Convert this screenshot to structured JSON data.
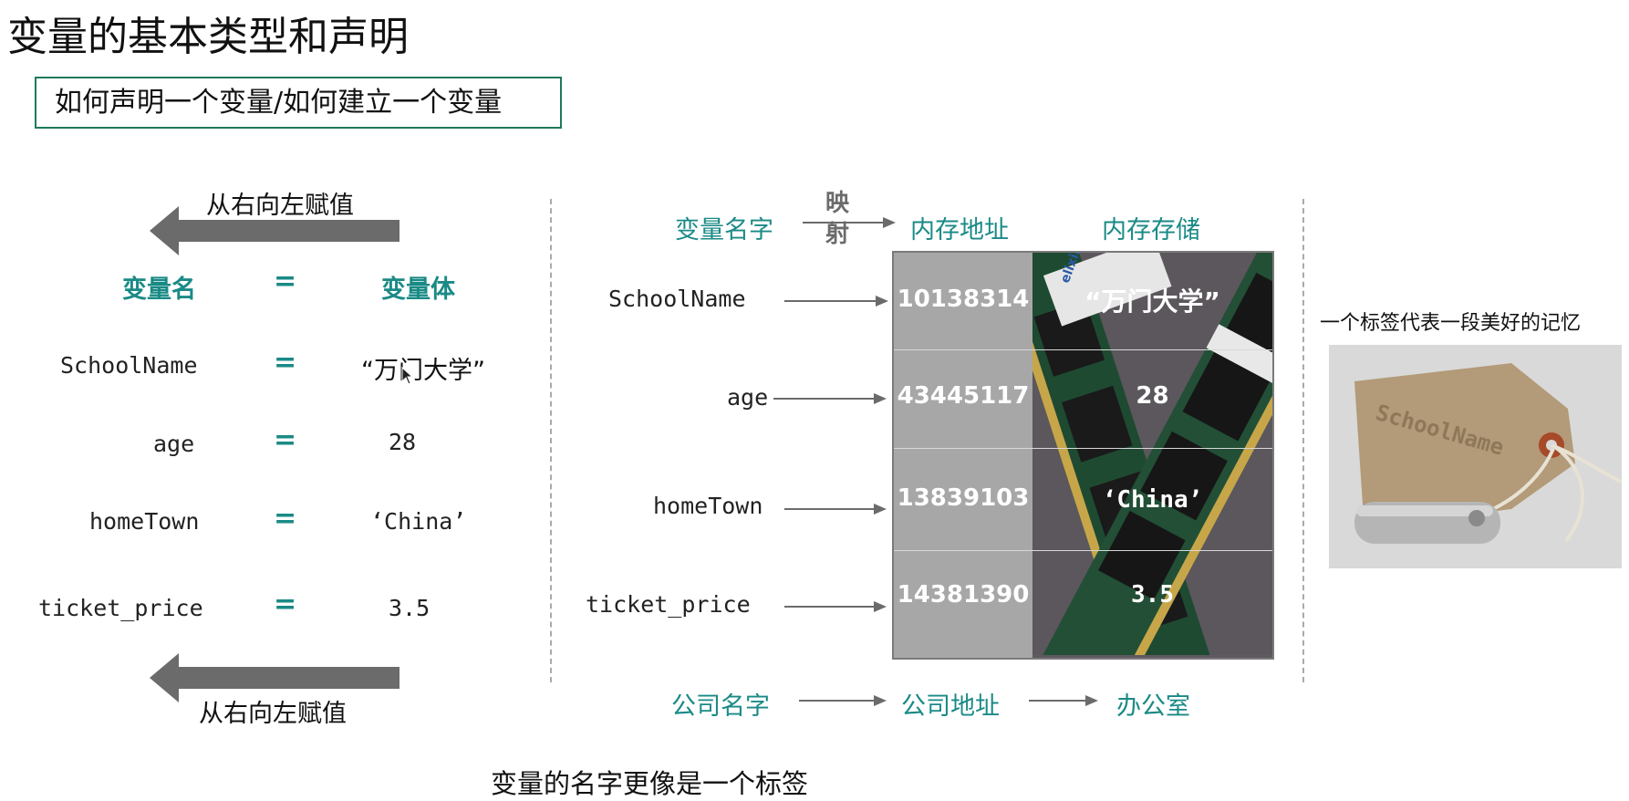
{
  "slide": {
    "title": "变量的基本类型和声明",
    "subtitle": "如何声明一个变量/如何建立一个变量",
    "footer": "变量的名字更像是一个标签"
  },
  "left_panel": {
    "arrow_top_label": "从右向左赋值",
    "arrow_bottom_label": "从右向左赋值",
    "header_name": "变量名",
    "header_equals": "=",
    "header_body": "变量体",
    "rows": [
      {
        "name": "SchoolName",
        "equals": "=",
        "value": "“万门大学”"
      },
      {
        "name": "age",
        "equals": "=",
        "value": "28"
      },
      {
        "name": "homeTown",
        "equals": "=",
        "value": "‘China’"
      },
      {
        "name": "ticket_price",
        "equals": "=",
        "value": "3.5"
      }
    ]
  },
  "middle_panel": {
    "header_var_name": "变量名字",
    "header_mapping": "映射",
    "header_address": "内存地址",
    "header_storage": "内存存储",
    "rows": [
      {
        "name": "SchoolName",
        "address": "10138314",
        "value": "“万门大学”"
      },
      {
        "name": "age",
        "address": "43445117",
        "value": "28"
      },
      {
        "name": "homeTown",
        "address": "13839103",
        "value": "‘China’"
      },
      {
        "name": "ticket_price",
        "address": "14381390",
        "value": "3.5"
      }
    ],
    "analogy": [
      "公司名字",
      "公司地址",
      "办公室"
    ],
    "ram_brand": "elixir"
  },
  "right_panel": {
    "caption": "一个标签代表一段美好的记忆",
    "tag_text": "SchoolName"
  },
  "colors": {
    "teal": "#1a8a86",
    "box_border": "#1f7a5c",
    "arrow_gray": "#6b6b6b",
    "address_bg": "#a7a7a7"
  }
}
